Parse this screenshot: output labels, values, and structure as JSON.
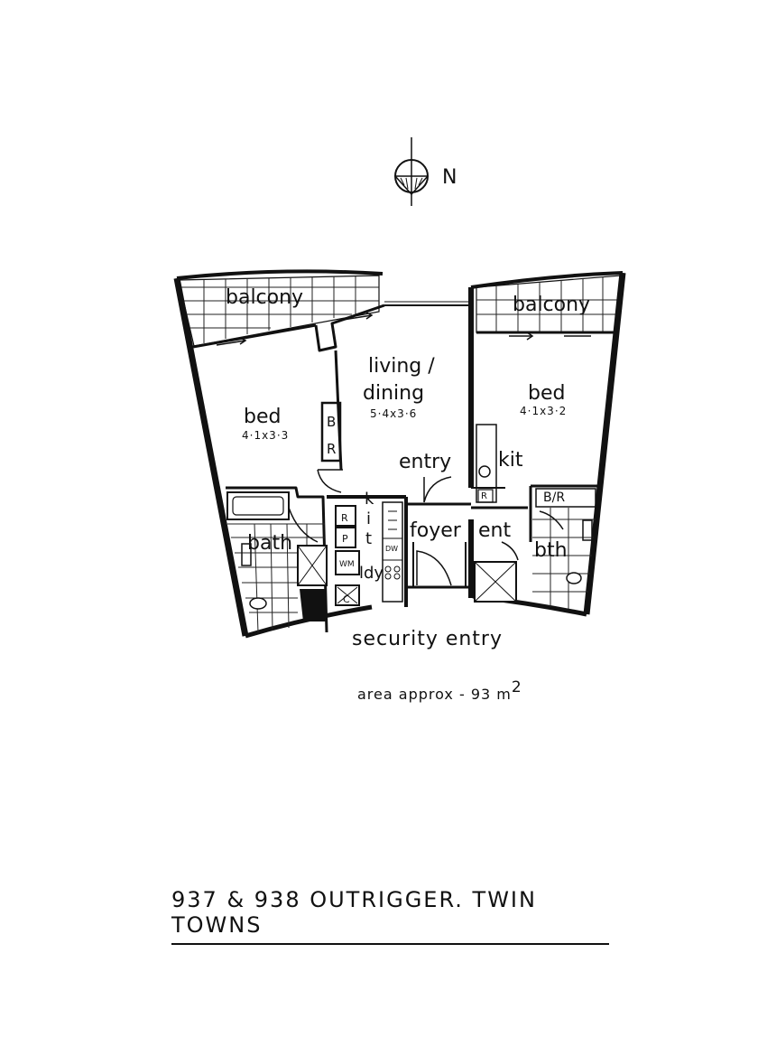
{
  "compass": {
    "label": "N"
  },
  "rooms": {
    "balcony_left": "balcony",
    "balcony_right": "balcony",
    "living": "living /",
    "dining": "dining",
    "living_dims": "5·4x3·6",
    "bed_left": "bed",
    "bed_left_dims": "4·1x3·3",
    "bed_right": "bed",
    "bed_right_dims": "4·1x3·2",
    "bir_left_b": "B",
    "bir_left_r": "R",
    "bir_right": "B/R",
    "entry": "entry",
    "kit": "kit",
    "foyer": "foyer",
    "ent": "ent",
    "bath": "bath",
    "bth": "bth",
    "kitchen_k": "k",
    "kitchen_i": "i",
    "kitchen_t": "t",
    "ldy": "ldy",
    "fridge_left": "R",
    "pantry": "P",
    "wm": "WM",
    "cupboard": "C",
    "fridge_right": "R",
    "dw": "DW"
  },
  "security_entry": "security  entry",
  "area": {
    "text": "area approx - 93 m",
    "unit_sup": "2"
  },
  "title": "937 & 938  OUTRIGGER.  TWIN TOWNS"
}
